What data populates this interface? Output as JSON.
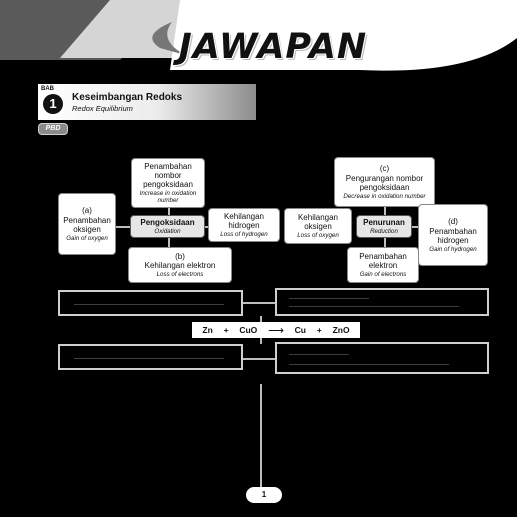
{
  "header": {
    "title": "JAWAPAN"
  },
  "chapter": {
    "bab_label": "BAB",
    "number": "1",
    "title": "Keseimbangan Redoks",
    "subtitle": "Redox Equilibrium"
  },
  "badge": {
    "label": "PBD"
  },
  "map": {
    "oxidation": {
      "ms": "Pengoksidaan",
      "en": "Oxidation"
    },
    "reduction": {
      "ms": "Penurunan",
      "en": "Reduction"
    },
    "increase_on": {
      "ms": "Penambahan nombor pengoksidaan",
      "en": "Increase in oxidation number"
    },
    "gain_oxygen": {
      "tag": "(a)",
      "ms": "Penambahan oksigen",
      "en": "Gain of oxygen"
    },
    "lose_electron": {
      "tag": "(b)",
      "ms": "Kehilangan elektron",
      "en": "Loss of electrons"
    },
    "lose_hydrogen": {
      "ms": "Kehilangan hidrogen",
      "en": "Loss of hydrogen"
    },
    "lose_oxygen": {
      "ms": "Kehilangan oksigen",
      "en": "Loss of oxygen"
    },
    "decrease_on": {
      "tag": "(c)",
      "ms": "Pengurangan nombor pengoksidaan",
      "en": "Decrease in oxidation number"
    },
    "gain_hydrogen": {
      "tag": "(d)",
      "ms": "Penambahan hidrogen",
      "en": "Gain of hydrogen"
    },
    "gain_electron": {
      "ms": "Penambahan elektron",
      "en": "Gain of electrons"
    }
  },
  "equation": {
    "r1": "Zn",
    "plus1": "+",
    "r2": "CuO",
    "arrow": "⟶",
    "p1": "Cu",
    "plus2": "+",
    "p2": "ZnO"
  },
  "footer": {
    "page_number": "1"
  },
  "colors": {
    "background": "#000000",
    "banner_dark": "#555555",
    "banner_light": "#ffffff",
    "box": "#ffffff"
  }
}
